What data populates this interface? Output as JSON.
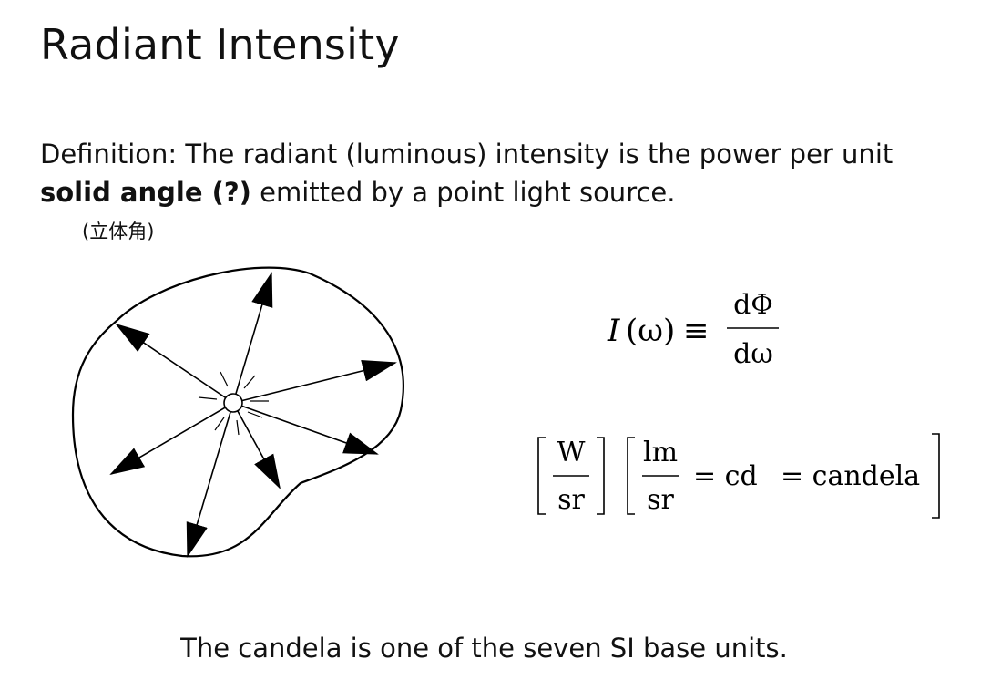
{
  "slide": {
    "title": "Radiant Intensity",
    "definition": {
      "part1": "Definition: The radiant (luminous) intensity is the power per unit",
      "bold": "solid angle (?)",
      "part2": " emitted by a point light source."
    },
    "note_cn": "(立体角)",
    "caption": "The candela is one of the seven SI base units."
  },
  "equation1": {
    "lhs_func": "I",
    "lhs_arg": "(ω)",
    "equiv": "≡",
    "numerator": "dΦ",
    "denominator": "dω"
  },
  "equation2": {
    "frac1_num": "W",
    "frac1_den": "sr",
    "frac2_num": "lm",
    "frac2_den": "sr",
    "rhs1": "= cd",
    "rhs2": "= candela"
  },
  "diagram": {
    "blob_stroke": "#000000",
    "arrow_fill": "#000000"
  }
}
